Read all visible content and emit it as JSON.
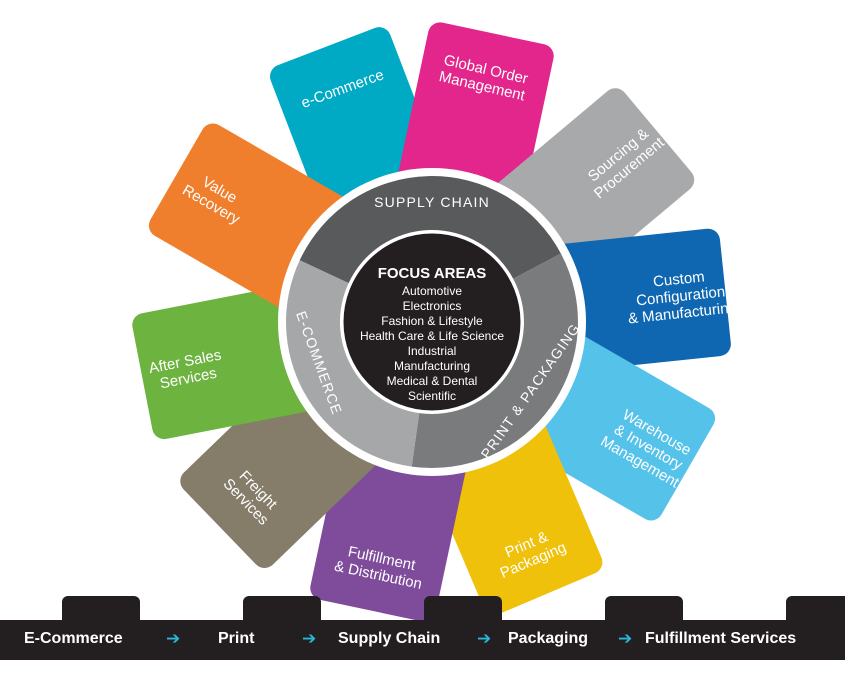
{
  "segments": [
    {
      "id": "ecommerce",
      "lines": [
        "e-Commerce"
      ],
      "color": "#00a9c4"
    },
    {
      "id": "global-order",
      "lines": [
        "Global Order",
        "Management"
      ],
      "color": "#e3268b"
    },
    {
      "id": "sourcing",
      "lines": [
        "Sourcing &",
        "Procurement"
      ],
      "color": "#a8a9ab"
    },
    {
      "id": "custom-config",
      "lines": [
        "Custom",
        "Configuration",
        "& Manufacturing"
      ],
      "color": "#0f67b1"
    },
    {
      "id": "warehouse",
      "lines": [
        "Warehouse",
        "& Inventory",
        "Management"
      ],
      "color": "#55c2ea"
    },
    {
      "id": "print-packaging",
      "lines": [
        "Print &",
        "Packaging"
      ],
      "color": "#f0c10b"
    },
    {
      "id": "fulfillment",
      "lines": [
        "Fulfillment",
        "& Distribution"
      ],
      "color": "#7f4b9b"
    },
    {
      "id": "freight",
      "lines": [
        "Freight",
        "Services"
      ],
      "color": "#857d69"
    },
    {
      "id": "after-sales",
      "lines": [
        "After Sales",
        "Services"
      ],
      "color": "#6db33f"
    },
    {
      "id": "value-recovery",
      "lines": [
        "Value",
        "Recovery"
      ],
      "color": "#ef7f2d"
    }
  ],
  "rings": [
    {
      "id": "supply-chain",
      "label": "SUPPLY CHAIN",
      "color": "#595a5c"
    },
    {
      "id": "print-packaging-ring",
      "label": "PRINT & PACKAGING",
      "color": "#7a7b7d"
    },
    {
      "id": "e-commerce-ring",
      "label": "E-COMMERCE",
      "color": "#a6a7a9"
    }
  ],
  "focus": {
    "title": "FOCUS AREAS",
    "items": [
      "Automotive",
      "Electronics",
      "Fashion & Lifestyle",
      "Health Care & Life Science",
      "Industrial",
      "Manufacturing",
      "Medical & Dental",
      "Scientific"
    ]
  },
  "process_band": {
    "steps": [
      "E-Commerce",
      "Print",
      "Supply Chain",
      "Packaging",
      "Fulfillment Services"
    ],
    "arrow": "➔",
    "arrow_color": "#29b6d8"
  },
  "colors": {
    "center": "#231f20",
    "band": "#231f20"
  }
}
